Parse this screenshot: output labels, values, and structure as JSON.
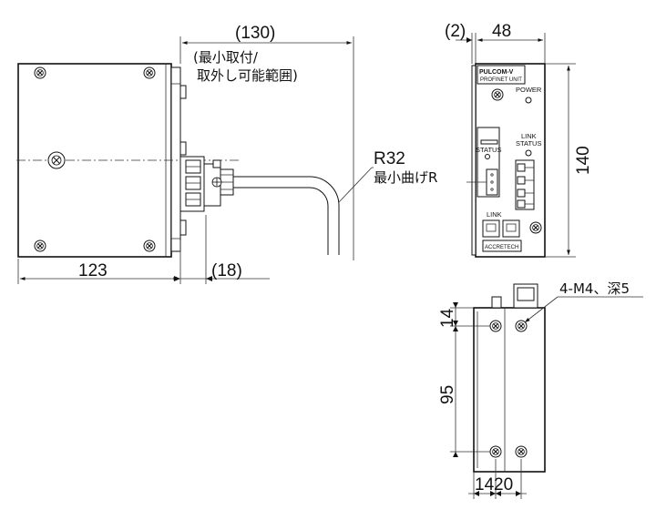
{
  "side_view": {
    "dim_width": "123",
    "dim_connector": "(18)",
    "dim_install": "(130)",
    "note_line1": "(最小取付/",
    "note_line2": "取外し可能範囲)",
    "radius_label": "R32",
    "radius_note": "最小曲げR"
  },
  "front_view": {
    "dim_gap": "(2)",
    "dim_width": "48",
    "dim_height": "140",
    "brand_top": "PULCOM-V",
    "model_label": "PROFINET UNIT",
    "power_label": "POWER",
    "link_status_label_1": "LINK",
    "link_status_label_2": "STATUS",
    "status_label": "STATUS",
    "link_label": "LINK",
    "brand_bottom": "ACCRETECH"
  },
  "back_view": {
    "dim_top": "14",
    "dim_pitch": "95",
    "dim_bottom_1": "14",
    "dim_bottom_2": "20",
    "hole_note": "4-M4、深5"
  }
}
